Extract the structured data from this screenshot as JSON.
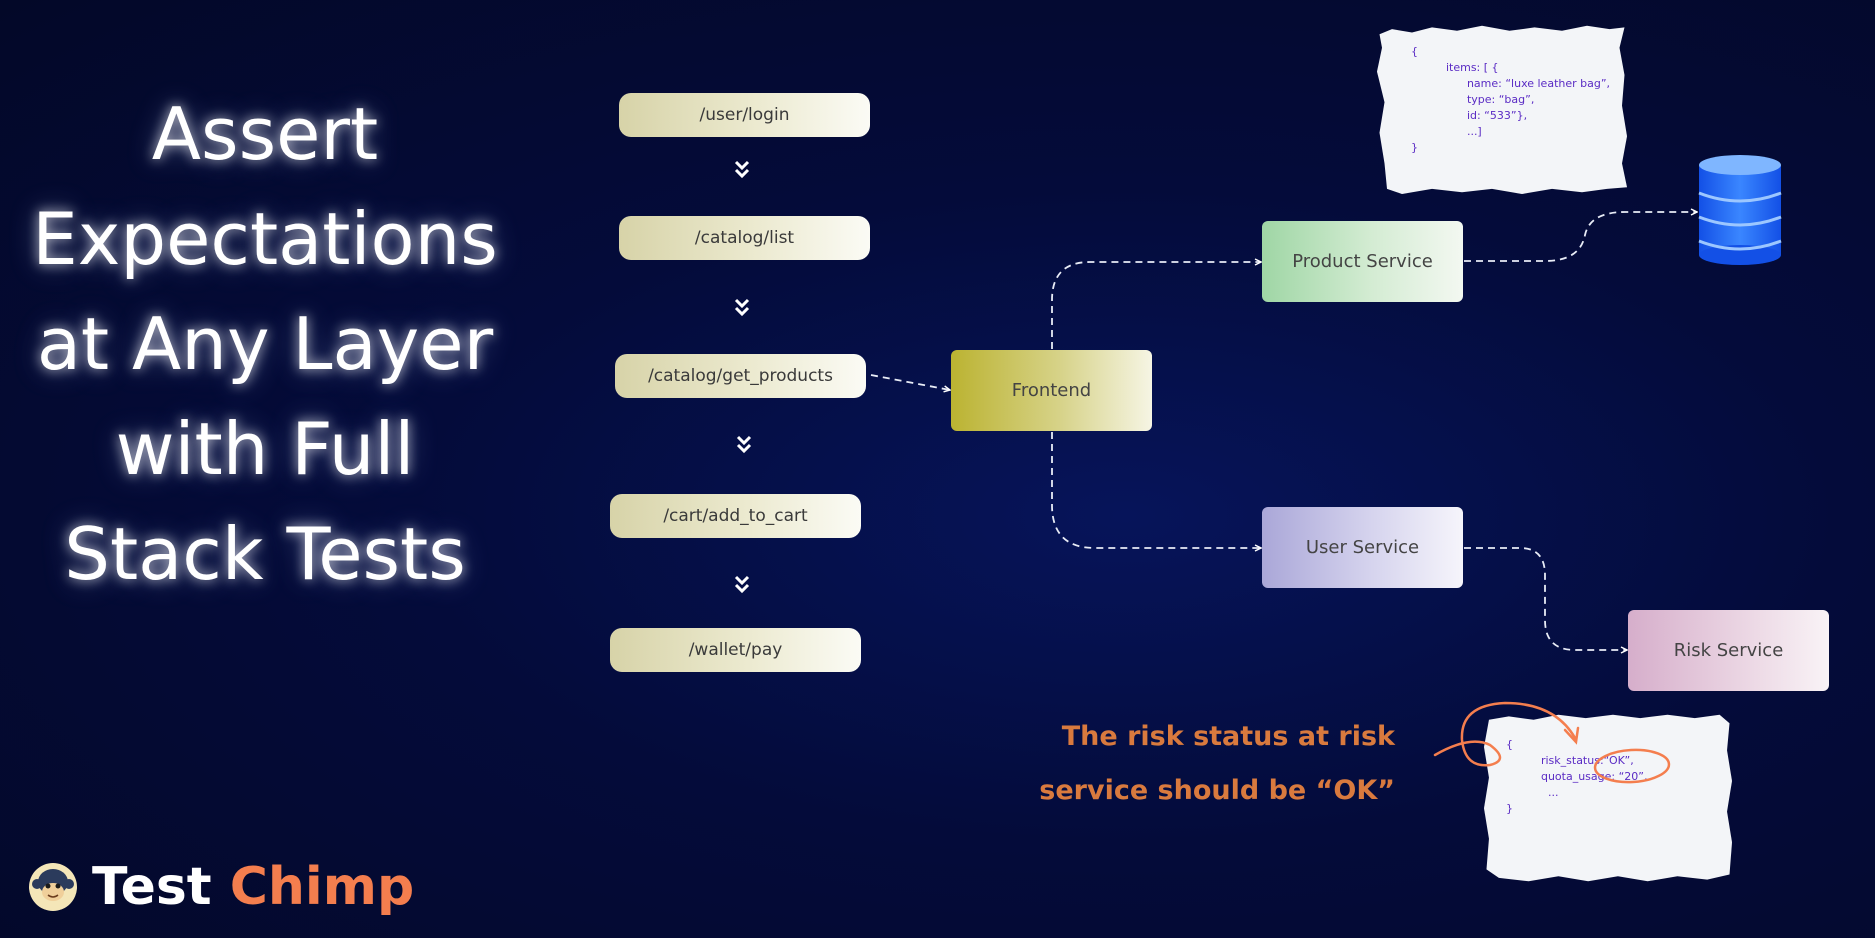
{
  "headline": [
    "Assert",
    "Expectations",
    "at Any Layer",
    "with Full",
    "Stack Tests"
  ],
  "endpoints": [
    "/user/login",
    "/catalog/list",
    "/catalog/get_products",
    "/cart/add_to_cart",
    "/wallet/pay"
  ],
  "services": {
    "frontend": "Frontend",
    "product": "Product Service",
    "user": "User Service",
    "risk": "Risk Service"
  },
  "product_payload": "{\n          items: [ {\n                name: “luxe leather bag”,\n                type: “bag”,\n                id: “533”},\n                ...]\n}",
  "risk_payload": "{\n          risk_status:“OK”,\n          quota_usage: “20”,\n            ...\n}",
  "annotation": [
    "The risk status at risk",
    "service should be  “OK”"
  ],
  "brand": {
    "word1": "Test",
    "word2": "Chimp"
  },
  "colors": {
    "background": "#040b3a",
    "brand_accent": "#f47e4e",
    "annotation": "#d97a3e",
    "database": "#1f6bff",
    "payload_text": "#5a2bc4"
  },
  "icons": [
    "chevron-double-down-icon",
    "database-icon",
    "chimp-logo-icon"
  ]
}
